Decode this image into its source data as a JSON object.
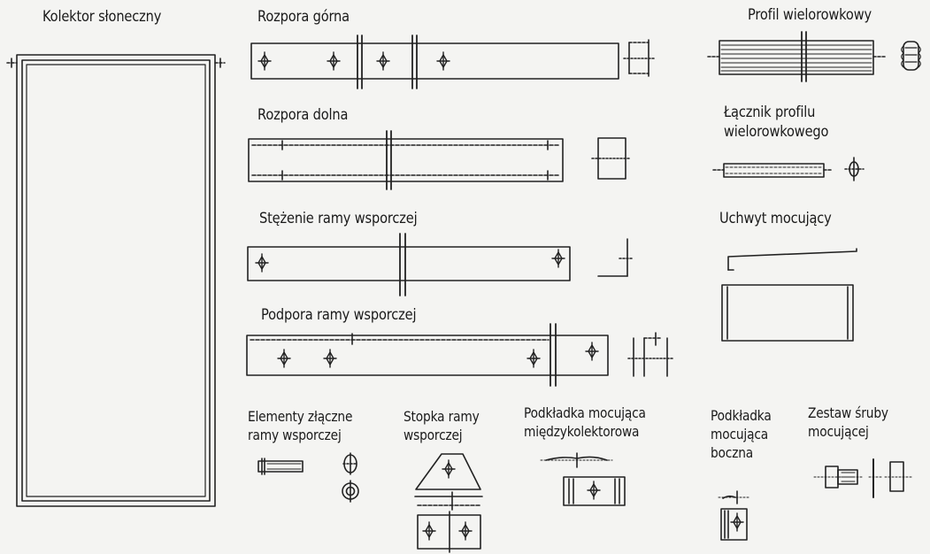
{
  "labels": {
    "kolektor": "Kolektor słoneczny",
    "rozpora_gorna": "Rozpora górna",
    "rozpora_dolna": "Rozpora dolna",
    "stezenie": "Stężenie ramy wsporczej",
    "podpora": "Podpora ramy wsporczej",
    "profil": "Profil wielorowkowy",
    "lacznik_1": "Łącznik profilu",
    "lacznik_2": "wielorowkowego",
    "uchwyt": "Uchwyt mocujący",
    "elementy_1": "Elementy złączne",
    "elementy_2": "ramy wsporczej",
    "stopka_1": "Stopka ramy",
    "stopka_2": "wsporczej",
    "podkladka_mk_1": "Podkładka mocująca",
    "podkladka_mk_2": "międzykolektorowa",
    "podkladka_b_1": "Podkładka",
    "podkladka_b_2": "mocująca",
    "podkladka_b_3": "boczna",
    "zestaw_1": "Zestaw śruby",
    "zestaw_2": "mocującej"
  }
}
